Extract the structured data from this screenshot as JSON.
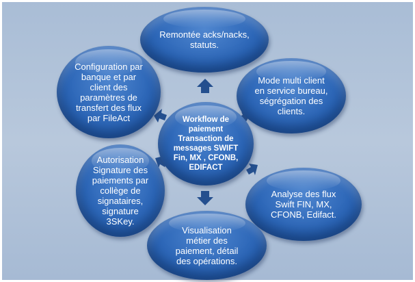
{
  "diagram": {
    "center": "Workflow de\npaiement\nTransaction de\nmessages SWIFT\nFin, MX , CFONB,\nEDIFACT",
    "nodes": {
      "top": "Remontée acks/nacks,\nstatuts.",
      "right_top": "Mode multi client\nen service bureau,\nségrégation des\nclients.",
      "right_bottom": "Analyse des flux\nSwift FIN, MX,\nCFONB, Edifact.",
      "bottom": "Visualisation\nmétier des\npaiement, détail\ndes opérations.",
      "left_bottom": "Autorisation\nSignature des\npaiements par\ncollège de\nsignataires,\nsignature\n3SKey.",
      "left_top": "Configuration par\nbanque et par\nclient des\nparamètres de\ntransfert des flux\npar FileAct"
    },
    "colors": {
      "bubble": "#2d67b8",
      "arrow": "#244f8e",
      "background": "#b3c4da",
      "text": "#ffffff"
    },
    "icons": {
      "connector": "block-arrow"
    }
  }
}
